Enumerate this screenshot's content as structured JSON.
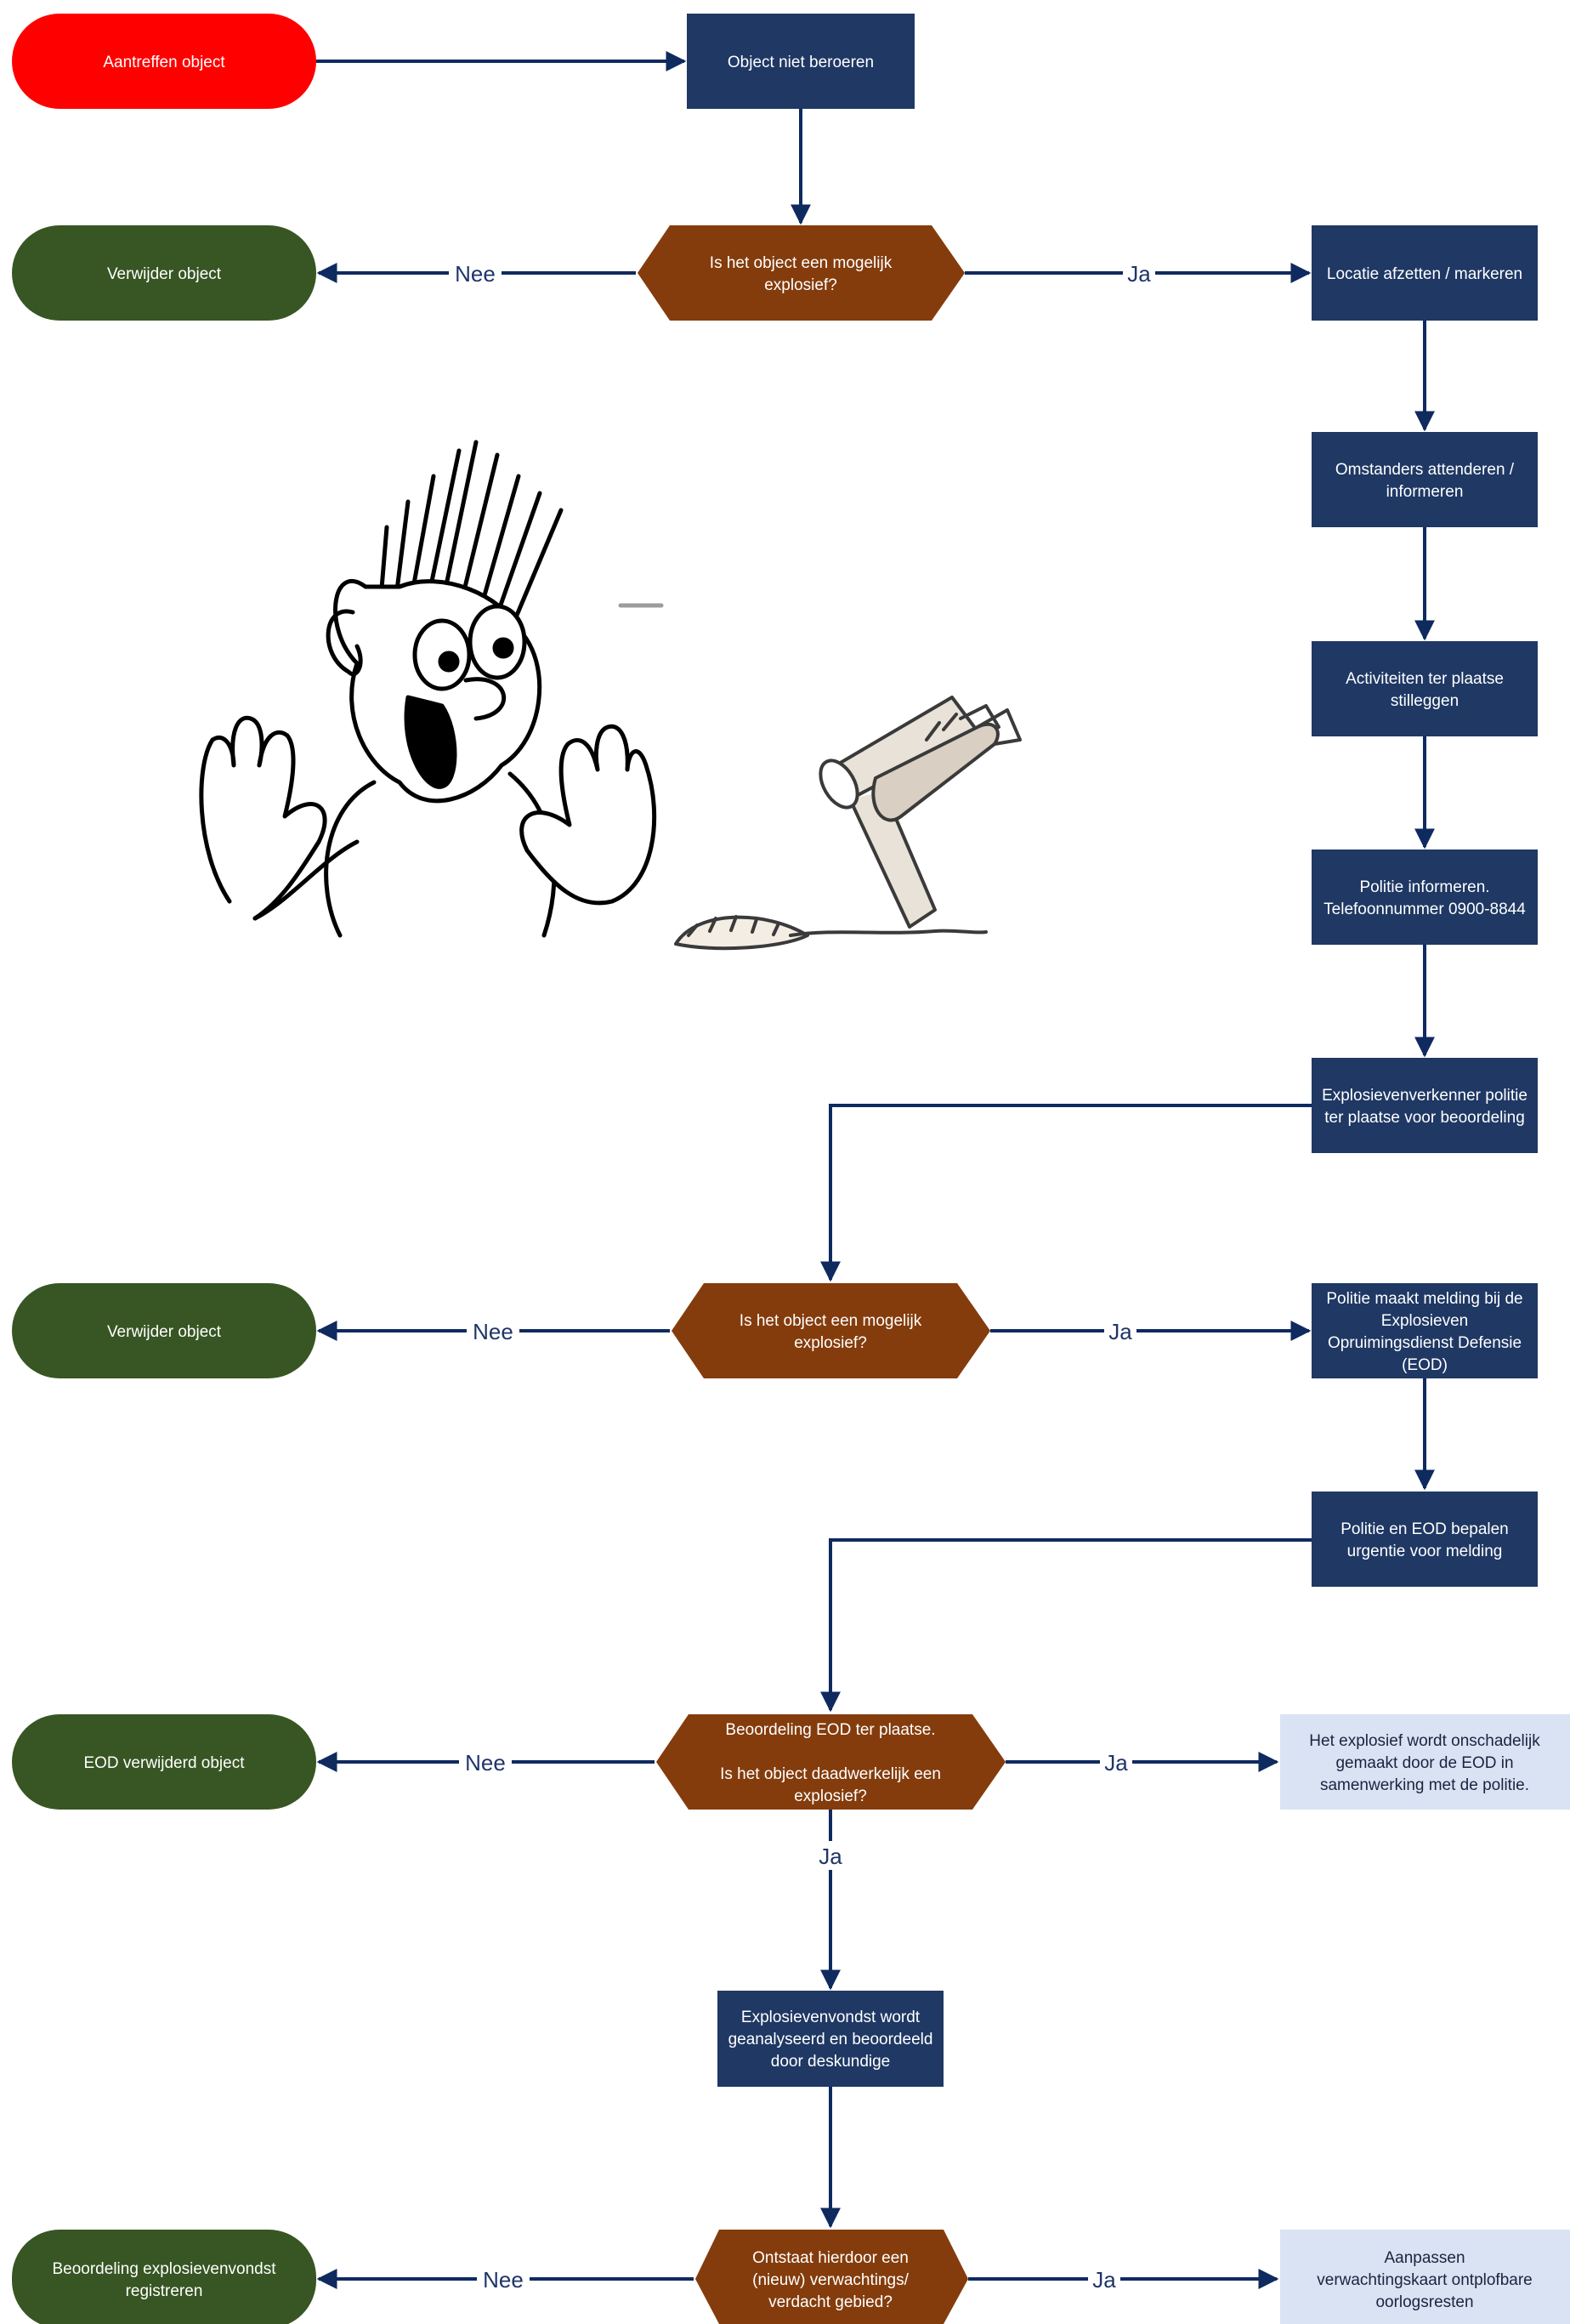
{
  "colors": {
    "start": "#ff0000",
    "process": "#1f3864",
    "decision": "#843c0c",
    "terminal": "#375623",
    "note": "#dae3f3",
    "edge": "#0f2a5f",
    "edge_label": "#1f3469"
  },
  "nodes": {
    "start": [
      "Aantreffen object"
    ],
    "not_touch": [
      "Object niet beroeren"
    ],
    "decision1": [
      "Is het object een mogelijk",
      "explosief?"
    ],
    "remove1": [
      "Verwijder object"
    ],
    "cordon": [
      "Locatie afzetten / markeren"
    ],
    "inform_bystanders": [
      "Omstanders attenderen /",
      "informeren"
    ],
    "halt_activities": [
      "Activiteiten ter plaatse",
      "stilleggen"
    ],
    "inform_police": [
      "Politie informeren.",
      "Telefoonnummer 0900-8844"
    ],
    "police_scout": [
      "Explosievenverkenner politie",
      "ter plaatse voor beoordeling"
    ],
    "decision2": [
      "Is het object een mogelijk",
      "explosief?"
    ],
    "remove2": [
      "Verwijder object"
    ],
    "report_eod": [
      "Politie maakt melding bij de",
      "Explosieven",
      "Opruimingsdienst Defensie",
      "(EOD)"
    ],
    "urgency": [
      "Politie en EOD bepalen",
      "urgentie voor melding"
    ],
    "decision3": [
      "Beoordeling EOD ter plaatse.",
      "",
      "Is het object daadwerkelijk een",
      "explosief?"
    ],
    "eod_removes": [
      "EOD verwijderd object"
    ],
    "neutralize": [
      "Het explosief wordt onschadelijk",
      "gemaakt door de EOD in",
      "samenwerking met de politie."
    ],
    "analysis": [
      "Explosievenvondst wordt",
      "geanalyseerd en beoordeeld",
      "door deskundige"
    ],
    "decision4": [
      "Ontstaat hierdoor een",
      "(nieuw) verwachtings/",
      "verdacht gebied?"
    ],
    "register": [
      "Beoordeling explosievenvondst",
      "registreren"
    ],
    "update_map": [
      "Aanpassen",
      "verwachtingskaart ontplofbare",
      "oorlogsresten"
    ]
  },
  "edge_labels": {
    "d1_no": "Nee",
    "d1_yes": "Ja",
    "d2_no": "Nee",
    "d2_yes": "Ja",
    "d3_no": "Nee",
    "d3_yes": "Ja",
    "d3_down": "Ja",
    "d4_no": "Nee",
    "d4_yes": "Ja"
  },
  "illustrations": [
    "shocked-man-illustration",
    "unexploded-bomb-illustration"
  ]
}
